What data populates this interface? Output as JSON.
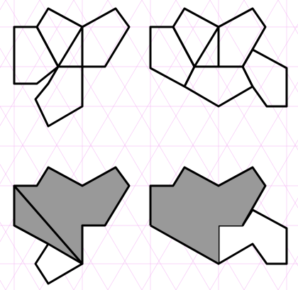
{
  "figure": {
    "description_visible_text": "",
    "colors": {
      "background": "#ffffff",
      "grid": "#f09cf0",
      "outline": "#000000",
      "fill_region": "#999999",
      "fill_blank": "#ffffff"
    },
    "panels": [
      {
        "id": "top-left",
        "kind": "pentagon-tiling"
      },
      {
        "id": "top-right",
        "kind": "pentagon-tiling"
      },
      {
        "id": "bottom-left",
        "kind": "partially-shaded-region"
      },
      {
        "id": "bottom-right",
        "kind": "partially-shaded-region"
      }
    ]
  }
}
